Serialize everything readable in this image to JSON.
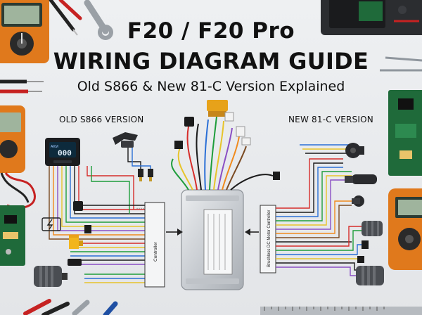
{
  "title_line1": "F20 / F20 Pro",
  "title_line2": "WIRING DIAGRAM GUIDE",
  "subtitle": "Old S866 & New 81-C Version Explained",
  "old_version_label": "OLD S866 VERSION",
  "new_version_label": "NEW 81-C VERSION",
  "left_controller_label": "Controller",
  "right_controller_label": "Brushless DC Motor Controller",
  "display_readout": "000",
  "display_brand": "AKM",
  "wire_colors": [
    "#d62c2a",
    "#1b1b1b",
    "#2a6fd6",
    "#1e9d3b",
    "#e7c42a",
    "#8a4fc4",
    "#f08a1c",
    "#7a4a22"
  ]
}
